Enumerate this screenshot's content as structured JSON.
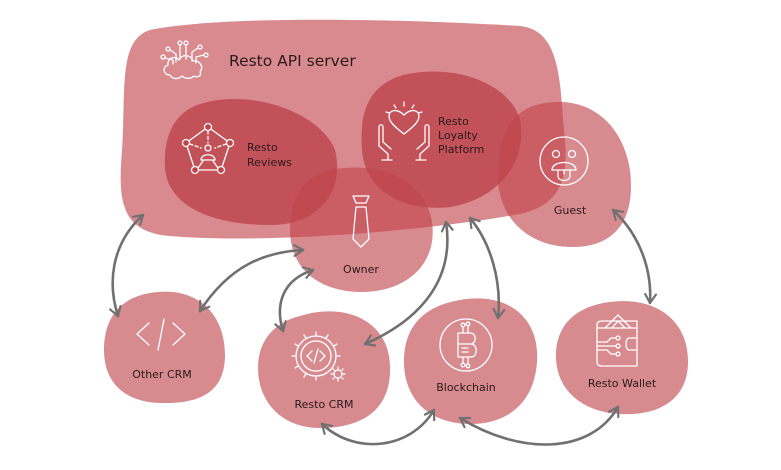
{
  "colors": {
    "background": "#ffffff",
    "outer_blob": "#c1424b",
    "inner_blob": "#b52f39",
    "node_blob": "#c0434b",
    "arrow": "#707070",
    "text": "#2a1a1c",
    "icon": "#ffffff"
  },
  "container": {
    "title": "Resto API server",
    "icon": "cloud-network-icon"
  },
  "nodes": [
    {
      "id": "resto-reviews",
      "label_lines": [
        "Resto",
        "Reviews"
      ],
      "icon": "pentagon-network-person-icon",
      "inside_api_server": true
    },
    {
      "id": "resto-loyalty",
      "label_lines": [
        "Resto",
        "Loyalty",
        "Platform"
      ],
      "icon": "hands-heart-icon",
      "inside_api_server": true
    },
    {
      "id": "owner",
      "label_lines": [
        "Owner"
      ],
      "icon": "necktie-icon",
      "inside_api_server": false
    },
    {
      "id": "guest",
      "label_lines": [
        "Guest"
      ],
      "icon": "tongue-out-face-icon",
      "inside_api_server": false
    },
    {
      "id": "other-crm",
      "label_lines": [
        "Other CRM"
      ],
      "icon": "code-brackets-icon",
      "inside_api_server": false
    },
    {
      "id": "resto-crm",
      "label_lines": [
        "Resto CRM"
      ],
      "icon": "gear-code-icon",
      "inside_api_server": false
    },
    {
      "id": "blockchain",
      "label_lines": [
        "Blockchain"
      ],
      "icon": "bitcoin-circuit-icon",
      "inside_api_server": false
    },
    {
      "id": "resto-wallet",
      "label_lines": [
        "Resto Wallet"
      ],
      "icon": "wallet-circuit-icon",
      "inside_api_server": false
    }
  ],
  "connections": [
    {
      "from": "api-server",
      "to": "other-crm",
      "bidirectional": true
    },
    {
      "from": "other-crm",
      "to": "owner",
      "bidirectional": true
    },
    {
      "from": "owner",
      "to": "resto-crm",
      "bidirectional": true
    },
    {
      "from": "resto-crm",
      "to": "resto-loyalty",
      "bidirectional": true
    },
    {
      "from": "resto-loyalty",
      "to": "blockchain",
      "bidirectional": true
    },
    {
      "from": "guest",
      "to": "resto-wallet",
      "bidirectional": true
    },
    {
      "from": "resto-crm",
      "to": "blockchain",
      "bidirectional": true
    },
    {
      "from": "blockchain",
      "to": "resto-wallet",
      "bidirectional": true
    }
  ]
}
